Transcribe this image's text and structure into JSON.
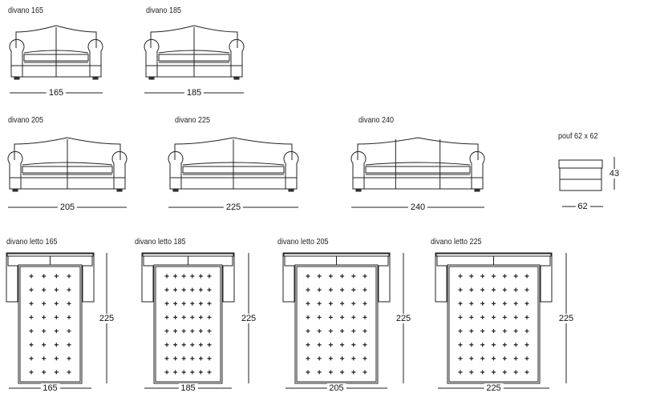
{
  "sofas": [
    {
      "label": "divano 165",
      "width": "165",
      "cushions": 2
    },
    {
      "label": "divano 185",
      "width": "185",
      "cushions": 2
    },
    {
      "label": "divano 205",
      "width": "205",
      "cushions": 2
    },
    {
      "label": "divano 225",
      "width": "225",
      "cushions": 2
    },
    {
      "label": "divano 240",
      "width": "240",
      "cushions": 3
    }
  ],
  "pouf": {
    "label": "pouf 62 x 62",
    "width": "62",
    "height": "43"
  },
  "sofa_beds": [
    {
      "label": "divano letto 165",
      "width": "165",
      "length": "225",
      "grid_cols": 4,
      "grid_rows": 8
    },
    {
      "label": "divano letto 185",
      "width": "185",
      "length": "225",
      "grid_cols": 6,
      "grid_rows": 8
    },
    {
      "label": "divano letto 205",
      "width": "205",
      "length": "225",
      "grid_cols": 6,
      "grid_rows": 8
    },
    {
      "label": "divano letto 225",
      "width": "225",
      "length": "225",
      "grid_cols": 7,
      "grid_rows": 8
    }
  ]
}
